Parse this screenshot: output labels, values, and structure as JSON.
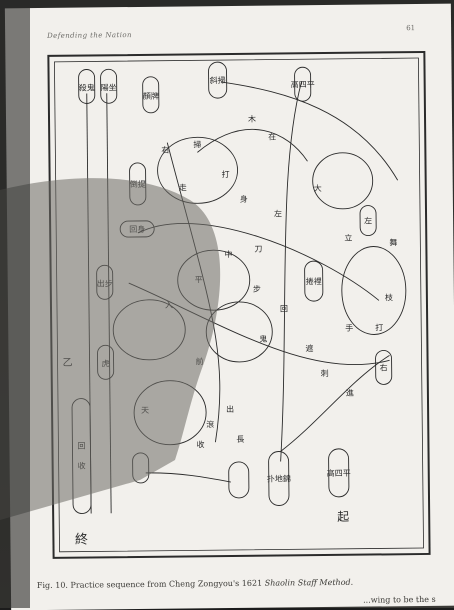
{
  "header": {
    "running_title": "Defending the Nation",
    "page_number": "61"
  },
  "caption": {
    "label": "Fig. 10.",
    "text": "Practice sequence from Cheng Zongyou's 1621",
    "work_title": "Shaolin Staff Method."
  },
  "caption_tail": "...wing to be the s",
  "figure": {
    "end_mark": "終",
    "start_mark": "起",
    "side_mark": "乙",
    "left_column_labels": [
      "殺鬼",
      "陽坐",
      "出步",
      "虎",
      "回",
      "收"
    ],
    "boxed_labels": [
      "顏牌",
      "倒提",
      "回身",
      "斜掃",
      "高四平",
      "捲裡",
      "扑地錦",
      "高四平",
      "右",
      "左"
    ],
    "scattered_glyphs": [
      "木",
      "在",
      "右",
      "掃",
      "打",
      "走",
      "身",
      "左",
      "大",
      "立",
      "刀",
      "中",
      "平",
      "步",
      "回",
      "入",
      "遮",
      "鬼",
      "前",
      "手",
      "枝",
      "出",
      "滾",
      "收",
      "長",
      "刺",
      "進",
      "打",
      "舞",
      "天"
    ]
  },
  "colors": {
    "paper": "#f2f0ec",
    "ink": "#2b2b2b",
    "shadow": "#9a978f"
  }
}
